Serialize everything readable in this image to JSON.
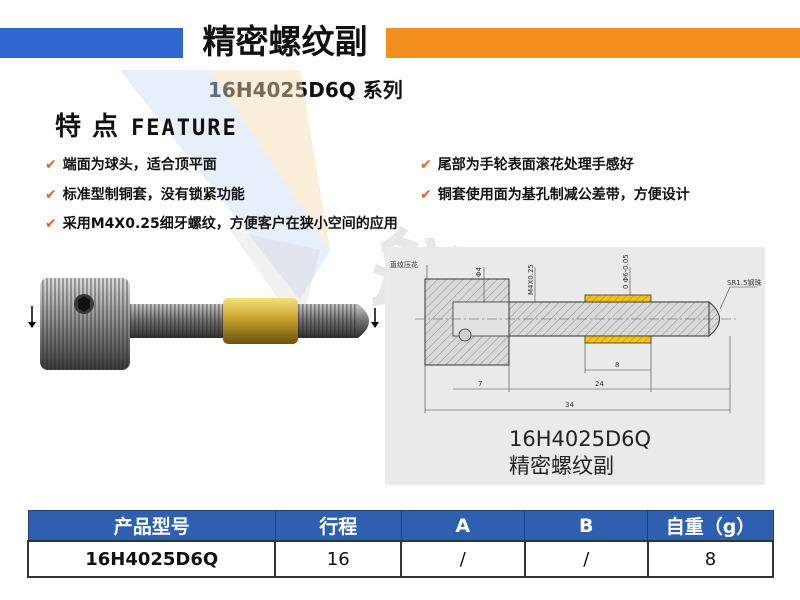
{
  "header": {
    "title": "精密螺纹副",
    "subtitle": "16H4025D6Q 系列",
    "colors": {
      "left_bar": "#2f67d0",
      "right_bar": "#f28f1e"
    }
  },
  "features": {
    "heading_cn": "特 点",
    "heading_en": "FEATURE",
    "check_icon": "check-icon",
    "items": [
      "端面为球头，适合顶平面",
      "尾部为手轮表面滚花处理手感好",
      "标准型制铜套，没有锁紧功能",
      "铜套使用面为基孔制减公差带，方便设计",
      "采用M4X0.25细牙螺纹，方便客户在狭小空间的应用"
    ]
  },
  "drawing": {
    "labels": {
      "knurl": "直纹压花",
      "phi4": "Φ4",
      "thread": "M4X0.25",
      "tolerance": "0 Φ6-0.05",
      "sr": "SR1.5钢珠",
      "dim_8": "8",
      "dim_7": "7",
      "dim_24": "24",
      "dim_34": "34"
    },
    "caption_model": "16H4025D6Q",
    "caption_name": "精密螺纹副"
  },
  "table": {
    "headers": [
      "产品型号",
      "行程",
      "A",
      "B",
      "自重（g）"
    ],
    "rows": [
      [
        "16H4025D6Q",
        "16",
        "/",
        "/",
        "8"
      ]
    ]
  }
}
